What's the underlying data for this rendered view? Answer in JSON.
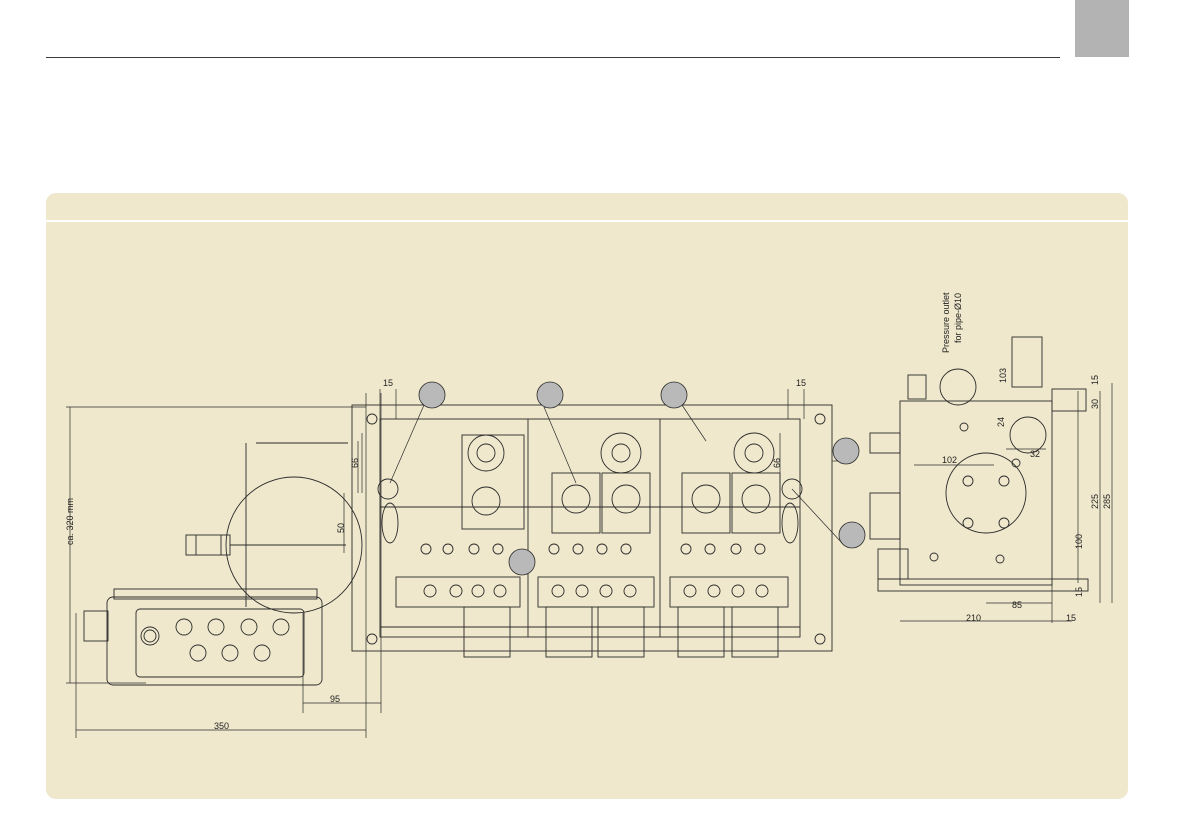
{
  "colors": {
    "panel": "#efe8cc",
    "line": "#2b2b2b",
    "callout": "#b9b9b9",
    "tab": "#b3b3b3"
  },
  "drawing": {
    "pressure_outlet_line1": "Pressure outlet",
    "pressure_outlet_line2": "for pipe-Ø10",
    "dimensions": {
      "height_total": "ca. 320 mm",
      "width_350": "350",
      "offset_95": "95",
      "left_15": "15",
      "right_15": "15",
      "left_66": "66",
      "right_66": "66",
      "left_50": "50",
      "side_102": "102",
      "side_103": "103",
      "side_24": "24",
      "side_32": "32",
      "side_225": "225",
      "side_285": "285",
      "side_30": "30",
      "side_15_top": "15",
      "side_100": "100",
      "side_15_bottom": "15",
      "side_85": "85",
      "side_210": "210",
      "side_15_base": "15"
    },
    "callouts": [
      "",
      "",
      "",
      "",
      "",
      ""
    ]
  }
}
